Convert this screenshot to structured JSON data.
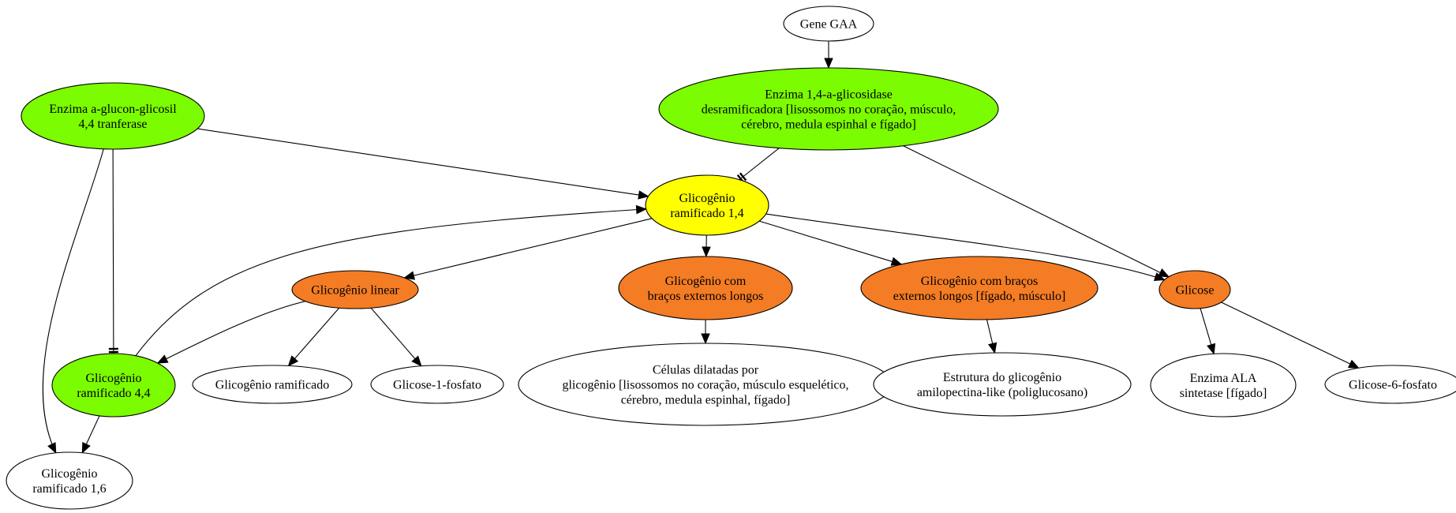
{
  "colors": {
    "green": "#7cfc00",
    "yellow": "#ffff00",
    "orange": "#f47c24",
    "white": "#ffffff"
  },
  "nodes": [
    {
      "id": "gene-gaa",
      "lines": [
        "Gene GAA"
      ],
      "fill": "white"
    },
    {
      "id": "enzima-alfa-glucon",
      "lines": [
        "Enzima a-glucon-glicosil",
        "4,4 tranferase"
      ],
      "fill": "green"
    },
    {
      "id": "enzima-desramificadora",
      "lines": [
        "Enzima 1,4-a-glicosidase",
        "desramificadora [lisossomos no coração, músculo,",
        "cérebro, medula espinhal e fígado]"
      ],
      "fill": "green"
    },
    {
      "id": "glicogenio-ramificado-1-4",
      "lines": [
        "Glicogênio",
        "ramificado 1,4"
      ],
      "fill": "yellow"
    },
    {
      "id": "glicogenio-linear",
      "lines": [
        "Glicogênio linear"
      ],
      "fill": "orange"
    },
    {
      "id": "glicogenio-bracos-longos",
      "lines": [
        "Glicogênio com",
        "braços externos longos"
      ],
      "fill": "orange"
    },
    {
      "id": "glicogenio-bracos-figado",
      "lines": [
        "Glicogênio com braços",
        "externos longos [fígado, músculo]"
      ],
      "fill": "orange"
    },
    {
      "id": "glicose",
      "lines": [
        "Glicose"
      ],
      "fill": "orange"
    },
    {
      "id": "glicogenio-ramificado-4-4",
      "lines": [
        "Glicogênio",
        "ramificado 4,4"
      ],
      "fill": "green"
    },
    {
      "id": "glicogenio-ramificado",
      "lines": [
        "Glicogênio ramificado"
      ],
      "fill": "white"
    },
    {
      "id": "glicose-1-fosfato",
      "lines": [
        "Glicose-1-fosfato"
      ],
      "fill": "white"
    },
    {
      "id": "celulas-dilatadas",
      "lines": [
        "Células dilatadas por",
        "glicogênio [lisossomos no coração, músculo esquelético,",
        "cérebro, medula espinhal, fígado]"
      ],
      "fill": "white"
    },
    {
      "id": "estrutura-amilopectina",
      "lines": [
        "Estrutura do glicogênio",
        "amilopectina-like (poliglucosano)"
      ],
      "fill": "white"
    },
    {
      "id": "enzima-ala",
      "lines": [
        "Enzima ALA",
        "sintetase [fígado]"
      ],
      "fill": "white"
    },
    {
      "id": "glicose-6-fosfato",
      "lines": [
        "Glicose-6-fosfato"
      ],
      "fill": "white"
    },
    {
      "id": "glicogenio-ramificado-1-6",
      "lines": [
        "Glicogênio",
        "ramificado 1,6"
      ],
      "fill": "white"
    }
  ],
  "edges": [
    {
      "from": "gene-gaa",
      "to": "enzima-desramificadora",
      "head": "arrow"
    },
    {
      "from": "enzima-desramificadora",
      "to": "glicogenio-ramificado-1-4",
      "head": "tee"
    },
    {
      "from": "enzima-desramificadora",
      "to": "glicose",
      "head": "arrow"
    },
    {
      "from": "enzima-alfa-glucon",
      "to": "glicogenio-ramificado-1-4",
      "head": "arrow"
    },
    {
      "from": "enzima-alfa-glucon",
      "to": "glicogenio-ramificado-4-4",
      "head": "tee"
    },
    {
      "from": "enzima-alfa-glucon",
      "to": "glicogenio-ramificado-1-6",
      "head": "arrow"
    },
    {
      "from": "glicogenio-ramificado-1-4",
      "to": "glicogenio-linear",
      "head": "arrow"
    },
    {
      "from": "glicogenio-ramificado-1-4",
      "to": "glicogenio-bracos-longos",
      "head": "arrow"
    },
    {
      "from": "glicogenio-ramificado-1-4",
      "to": "glicogenio-bracos-figado",
      "head": "arrow"
    },
    {
      "from": "glicogenio-ramificado-1-4",
      "to": "glicose",
      "head": "arrow"
    },
    {
      "from": "glicogenio-linear",
      "to": "glicogenio-ramificado-4-4",
      "head": "arrow"
    },
    {
      "from": "glicogenio-linear",
      "to": "glicogenio-ramificado",
      "head": "arrow"
    },
    {
      "from": "glicogenio-linear",
      "to": "glicose-1-fosfato",
      "head": "arrow"
    },
    {
      "from": "glicogenio-ramificado-4-4",
      "to": "glicogenio-ramificado-1-4",
      "head": "arrow"
    },
    {
      "from": "glicogenio-ramificado-4-4",
      "to": "glicogenio-ramificado-1-6",
      "head": "arrow"
    },
    {
      "from": "glicogenio-bracos-longos",
      "to": "celulas-dilatadas",
      "head": "arrow"
    },
    {
      "from": "glicogenio-bracos-figado",
      "to": "estrutura-amilopectina",
      "head": "arrow"
    },
    {
      "from": "glicose",
      "to": "enzima-ala",
      "head": "arrow"
    },
    {
      "from": "glicose",
      "to": "glicose-6-fosfato",
      "head": "arrow"
    }
  ]
}
